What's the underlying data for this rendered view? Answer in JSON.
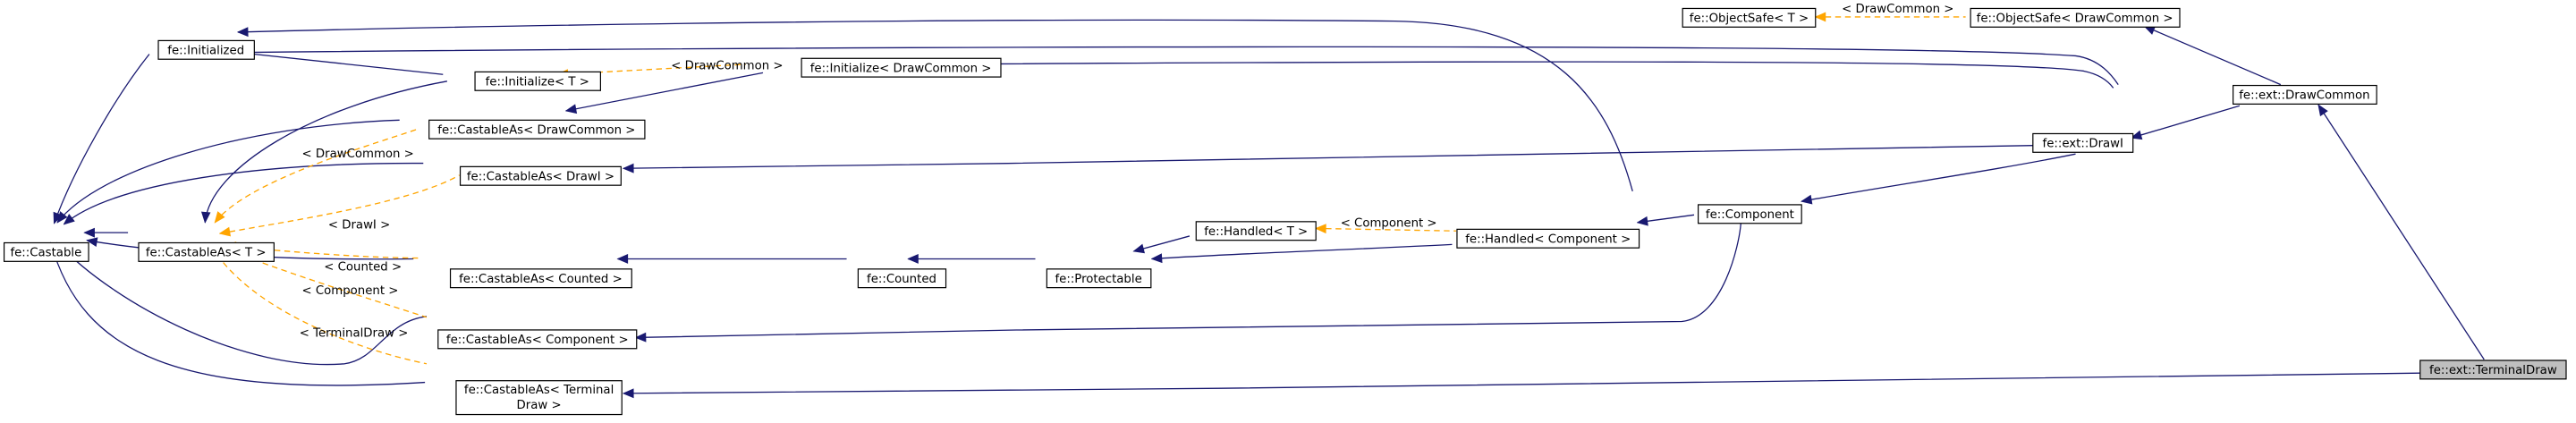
{
  "colors": {
    "inheritance_edge": "#191970",
    "template_edge": "#ffa500",
    "highlight_fill": "#bfbfbf",
    "box_stroke": "#000000"
  },
  "nodes": {
    "castable": "fe::Castable",
    "initialized": "fe::Initialized",
    "castable_as_t": "fe::CastableAs< T >",
    "initialize_t": "fe::Initialize< T >",
    "initialize_drawcommon": "fe::Initialize< DrawCommon >",
    "castable_as_drawcommon": "fe::CastableAs< DrawCommon >",
    "castable_as_drawi": "fe::CastableAs< DrawI >",
    "castable_as_counted": "fe::CastableAs< Counted >",
    "castable_as_component": "fe::CastableAs< Component >",
    "castable_as_terminaldraw_line1": "fe::CastableAs< Terminal",
    "castable_as_terminaldraw_line2": "Draw >",
    "counted": "fe::Counted",
    "protectable": "fe::Protectable",
    "handled_t": "fe::Handled< T >",
    "handled_component": "fe::Handled< Component >",
    "component": "fe::Component",
    "objectsafe_t": "fe::ObjectSafe< T >",
    "objectsafe_drawcommon": "fe::ObjectSafe< DrawCommon >",
    "ext_drawi": "fe::ext::DrawI",
    "ext_drawcommon": "fe::ext::DrawCommon",
    "ext_terminaldraw": "fe::ext::TerminalDraw"
  },
  "edge_labels": {
    "init_drawcommon": "< DrawCommon >",
    "objectsafe_drawcommon": "< DrawCommon >",
    "cast_drawcommon": "< DrawCommon >",
    "cast_drawi": "< DrawI >",
    "cast_counted": "< Counted >",
    "cast_component": "< Component >",
    "cast_terminaldraw": "< TerminalDraw >",
    "handled_component": "< Component >"
  }
}
